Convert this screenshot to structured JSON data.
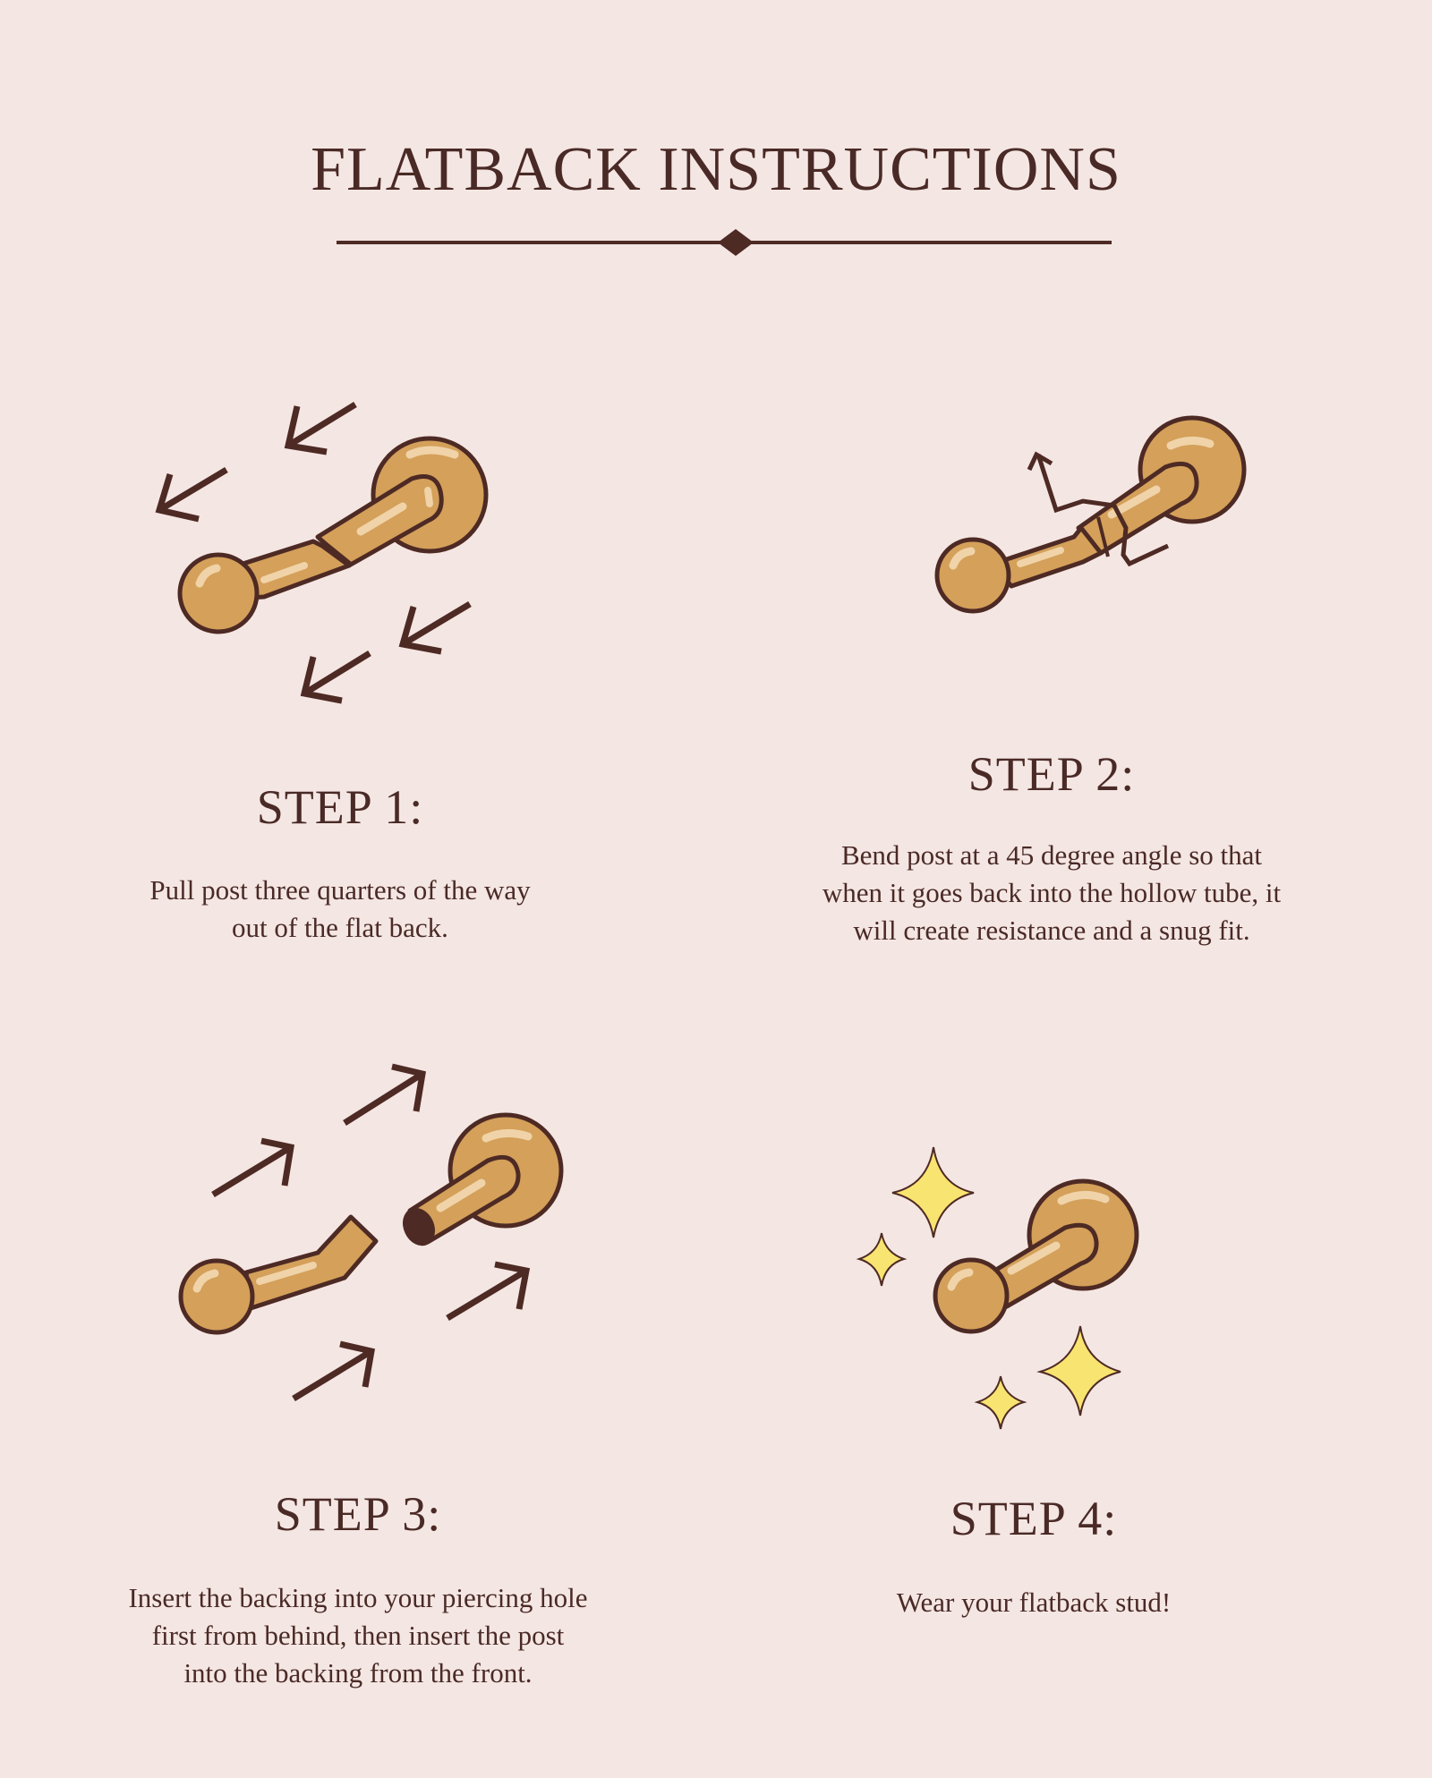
{
  "page": {
    "title": "FLATBACK INSTRUCTIONS"
  },
  "colors": {
    "background": "#F4E6E3",
    "text": "#4A2A26",
    "gold": "#D4A05A",
    "highlight": "#F0D3A8",
    "outline": "#4E2A24",
    "sparkle": "#F8E470"
  },
  "steps": [
    {
      "label": "STEP 1:",
      "lines": [
        "Pull post three quarters of the way",
        "out of the flat back."
      ],
      "illustration": "flatback-pull-out-illustration"
    },
    {
      "label": "STEP 2:",
      "lines": [
        "Bend post at a 45 degree angle so that",
        "when it goes back into the hollow tube, it",
        "will create resistance and a snug fit."
      ],
      "illustration": "flatback-bend-post-illustration"
    },
    {
      "label": "STEP 3:",
      "lines": [
        "Insert the backing into your piercing hole",
        "first from behind, then insert the post",
        "into the backing from the front."
      ],
      "illustration": "flatback-insert-illustration"
    },
    {
      "label": "STEP 4:",
      "lines": [
        "Wear your flatback stud!"
      ],
      "illustration": "flatback-sparkle-illustration"
    }
  ]
}
